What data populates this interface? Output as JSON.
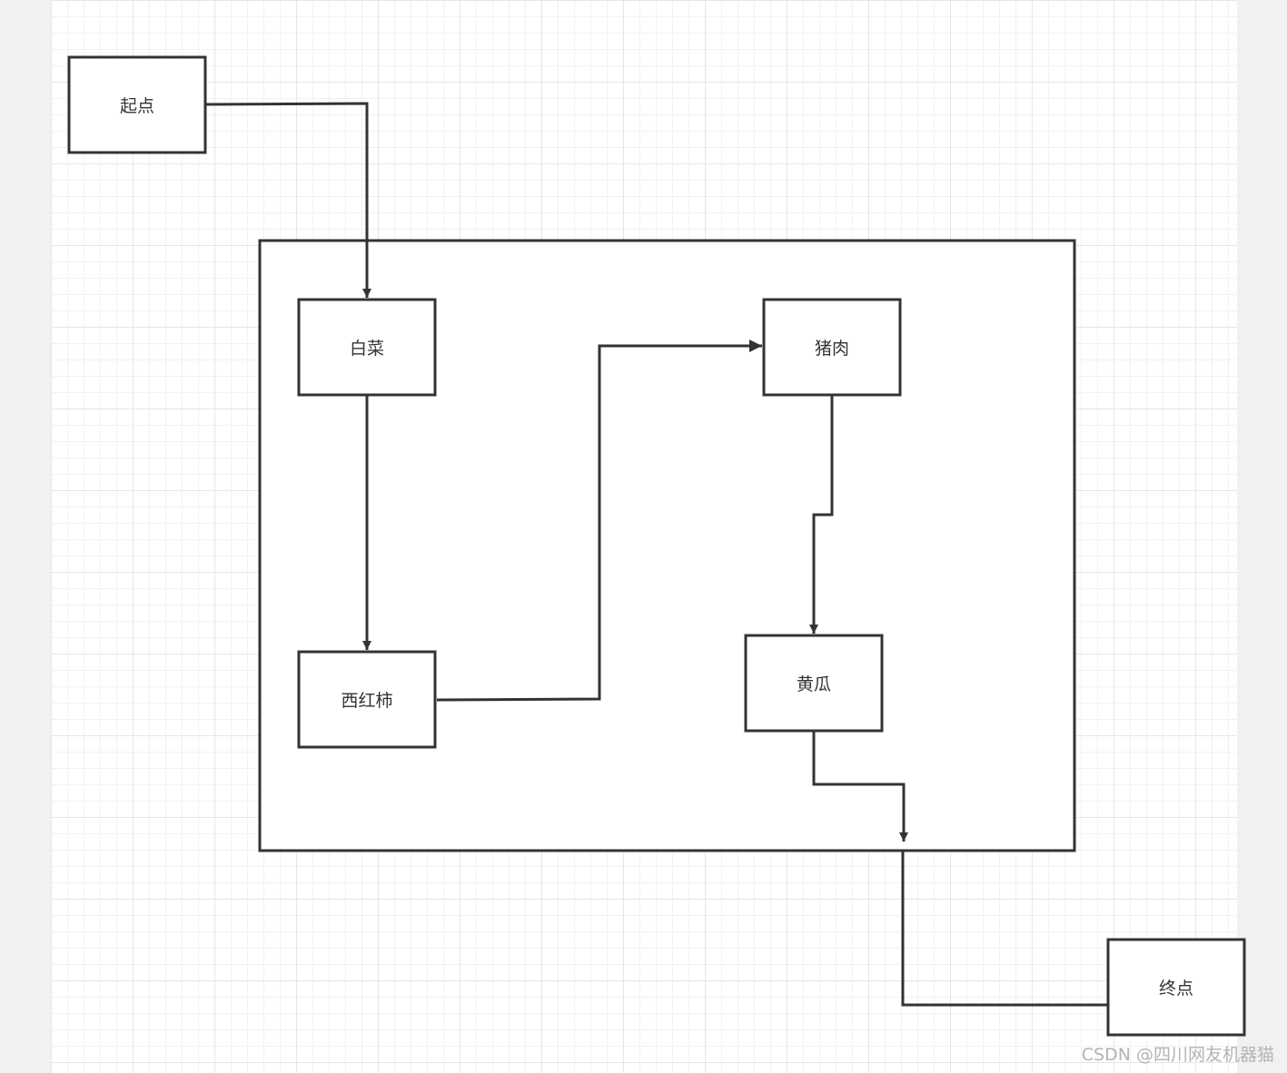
{
  "diagram": {
    "nodes": {
      "start": "起点",
      "cabbage": "白菜",
      "tomato": "西红柿",
      "pork": "猪肉",
      "cucumber": "黄瓜",
      "end": "终点"
    },
    "edges": [
      {
        "from": "start",
        "to": "cabbage"
      },
      {
        "from": "cabbage",
        "to": "tomato"
      },
      {
        "from": "tomato",
        "to": "pork"
      },
      {
        "from": "pork",
        "to": "cucumber"
      },
      {
        "from": "cucumber",
        "to": "group-bottom"
      },
      {
        "from": "group-bottom",
        "to": "end"
      }
    ]
  },
  "watermark": "CSDN @四川网友机器猫",
  "colors": {
    "line": "#333333",
    "grid": "#e6e6e6",
    "background": "#f1f1f1"
  }
}
